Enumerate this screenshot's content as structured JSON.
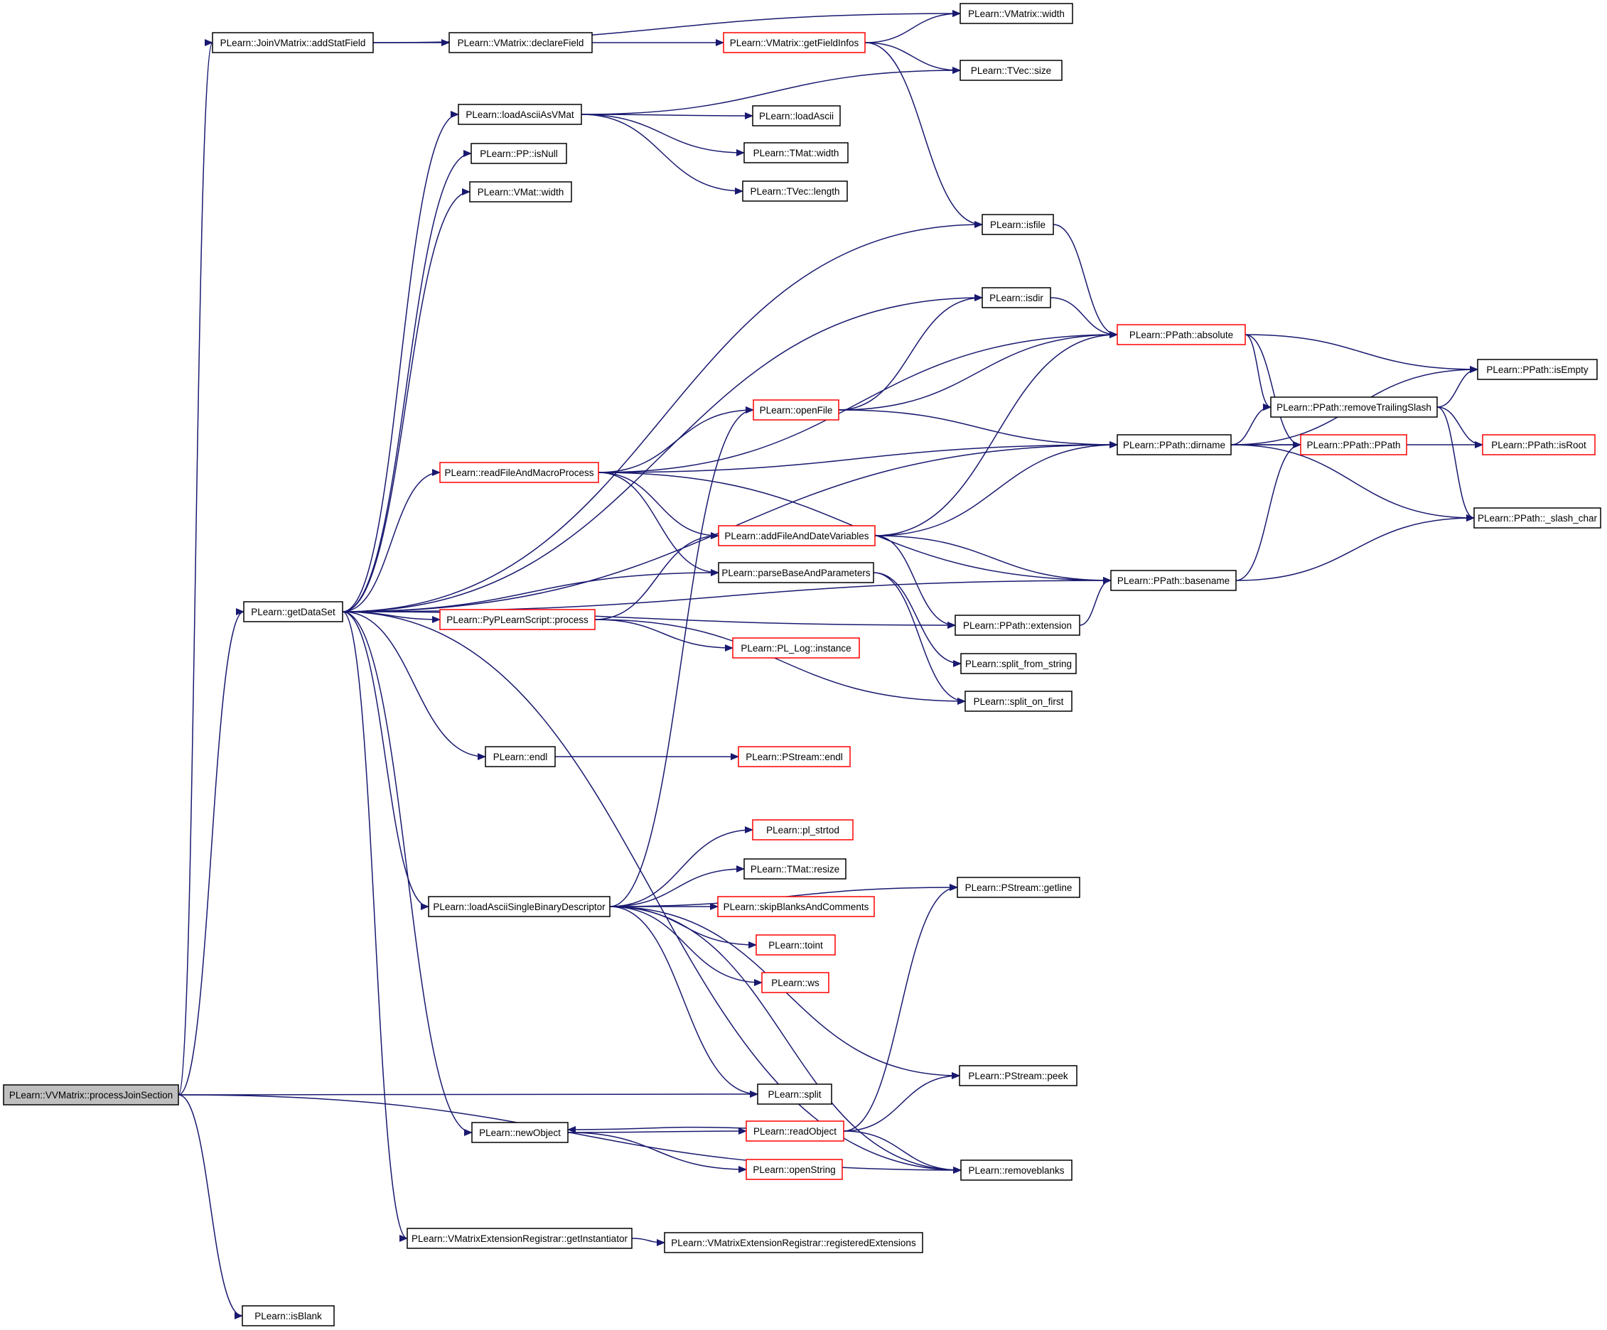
{
  "graph": {
    "nodes": [
      {
        "id": "root",
        "label": "PLearn::VVMatrix::processJoinSection",
        "style": "root"
      },
      {
        "id": "addStatField",
        "label": "PLearn::JoinVMatrix::addStatField",
        "style": "normal"
      },
      {
        "id": "declareField",
        "label": "PLearn::VMatrix::declareField",
        "style": "normal"
      },
      {
        "id": "getFieldInfos",
        "label": "PLearn::VMatrix::getFieldInfos",
        "style": "red"
      },
      {
        "id": "vmatrix_width",
        "label": "PLearn::VMatrix::width",
        "style": "normal"
      },
      {
        "id": "tvec_size",
        "label": "PLearn::TVec::size",
        "style": "normal"
      },
      {
        "id": "loadAsciiAsVMat",
        "label": "PLearn::loadAsciiAsVMat",
        "style": "normal"
      },
      {
        "id": "loadAscii",
        "label": "PLearn::loadAscii",
        "style": "normal"
      },
      {
        "id": "tmat_width",
        "label": "PLearn::TMat::width",
        "style": "normal"
      },
      {
        "id": "tvec_length",
        "label": "PLearn::TVec::length",
        "style": "normal"
      },
      {
        "id": "pp_isNull",
        "label": "PLearn::PP::isNull",
        "style": "normal"
      },
      {
        "id": "vmat_width",
        "label": "PLearn::VMat::width",
        "style": "normal"
      },
      {
        "id": "isfile",
        "label": "PLearn::isfile",
        "style": "normal"
      },
      {
        "id": "isdir",
        "label": "PLearn::isdir",
        "style": "normal"
      },
      {
        "id": "absolute",
        "label": "PLearn::PPath::absolute",
        "style": "red"
      },
      {
        "id": "isEmpty",
        "label": "PLearn::PPath::isEmpty",
        "style": "normal"
      },
      {
        "id": "removeTrailingSlash",
        "label": "PLearn::PPath::removeTrailingSlash",
        "style": "normal"
      },
      {
        "id": "openFile",
        "label": "PLearn::openFile",
        "style": "red"
      },
      {
        "id": "dirname",
        "label": "PLearn::PPath::dirname",
        "style": "normal"
      },
      {
        "id": "ppath",
        "label": "PLearn::PPath::PPath",
        "style": "red"
      },
      {
        "id": "isRoot",
        "label": "PLearn::PPath::isRoot",
        "style": "red"
      },
      {
        "id": "readFileAndMacroProcess",
        "label": "PLearn::readFileAndMacroProcess",
        "style": "red"
      },
      {
        "id": "addFileAndDateVariables",
        "label": "PLearn::addFileAndDateVariables",
        "style": "red"
      },
      {
        "id": "slash_char",
        "label": "PLearn::PPath::_slash_char",
        "style": "normal"
      },
      {
        "id": "parseBaseAndParameters",
        "label": "PLearn::parseBaseAndParameters",
        "style": "normal"
      },
      {
        "id": "basename",
        "label": "PLearn::PPath::basename",
        "style": "normal"
      },
      {
        "id": "getDataSet",
        "label": "PLearn::getDataSet",
        "style": "normal"
      },
      {
        "id": "pyprocess",
        "label": "PLearn::PyPLearnScript::process",
        "style": "red"
      },
      {
        "id": "extension",
        "label": "PLearn::PPath::extension",
        "style": "normal"
      },
      {
        "id": "pl_log_instance",
        "label": "PLearn::PL_Log::instance",
        "style": "red"
      },
      {
        "id": "split_from_string",
        "label": "PLearn::split_from_string",
        "style": "normal"
      },
      {
        "id": "split_on_first",
        "label": "PLearn::split_on_first",
        "style": "normal"
      },
      {
        "id": "endl",
        "label": "PLearn::endl",
        "style": "normal"
      },
      {
        "id": "pstream_endl",
        "label": "PLearn::PStream::endl",
        "style": "red"
      },
      {
        "id": "pl_strtod",
        "label": "PLearn::pl_strtod",
        "style": "red"
      },
      {
        "id": "tmat_resize",
        "label": "PLearn::TMat::resize",
        "style": "normal"
      },
      {
        "id": "getline",
        "label": "PLearn::PStream::getline",
        "style": "normal"
      },
      {
        "id": "loadAsciiSingle",
        "label": "PLearn::loadAsciiSingleBinaryDescriptor",
        "style": "normal"
      },
      {
        "id": "skipBlanks",
        "label": "PLearn::skipBlanksAndComments",
        "style": "red"
      },
      {
        "id": "toint",
        "label": "PLearn::toint",
        "style": "red"
      },
      {
        "id": "ws",
        "label": "PLearn::ws",
        "style": "red"
      },
      {
        "id": "peek",
        "label": "PLearn::PStream::peek",
        "style": "normal"
      },
      {
        "id": "split",
        "label": "PLearn::split",
        "style": "normal"
      },
      {
        "id": "newObject",
        "label": "PLearn::newObject",
        "style": "normal"
      },
      {
        "id": "readObject",
        "label": "PLearn::readObject",
        "style": "red"
      },
      {
        "id": "removeblanks",
        "label": "PLearn::removeblanks",
        "style": "normal"
      },
      {
        "id": "openString",
        "label": "PLearn::openString",
        "style": "red"
      },
      {
        "id": "getInstantiator",
        "label": "PLearn::VMatrixExtensionRegistrar::getInstantiator",
        "style": "normal"
      },
      {
        "id": "registeredExtensions",
        "label": "PLearn::VMatrixExtensionRegistrar::registeredExtensions",
        "style": "normal"
      },
      {
        "id": "isBlank",
        "label": "PLearn::isBlank",
        "style": "normal"
      }
    ],
    "edges": [
      [
        "root",
        "addStatField"
      ],
      [
        "root",
        "getDataSet"
      ],
      [
        "root",
        "split"
      ],
      [
        "root",
        "removeblanks"
      ],
      [
        "root",
        "isBlank"
      ],
      [
        "addStatField",
        "declareField"
      ],
      [
        "addStatField",
        "vmatrix_width"
      ],
      [
        "declareField",
        "getFieldInfos"
      ],
      [
        "getFieldInfos",
        "vmatrix_width"
      ],
      [
        "getFieldInfos",
        "tvec_size"
      ],
      [
        "getFieldInfos",
        "isfile"
      ],
      [
        "loadAsciiAsVMat",
        "tvec_size"
      ],
      [
        "loadAsciiAsVMat",
        "loadAscii"
      ],
      [
        "loadAsciiAsVMat",
        "tmat_width"
      ],
      [
        "loadAsciiAsVMat",
        "tvec_length"
      ],
      [
        "getDataSet",
        "loadAsciiAsVMat"
      ],
      [
        "getDataSet",
        "pp_isNull"
      ],
      [
        "getDataSet",
        "vmat_width"
      ],
      [
        "getDataSet",
        "isfile"
      ],
      [
        "getDataSet",
        "isdir"
      ],
      [
        "getDataSet",
        "dirname"
      ],
      [
        "getDataSet",
        "readFileAndMacroProcess"
      ],
      [
        "getDataSet",
        "parseBaseAndParameters"
      ],
      [
        "getDataSet",
        "pyprocess"
      ],
      [
        "getDataSet",
        "extension"
      ],
      [
        "getDataSet",
        "basename"
      ],
      [
        "getDataSet",
        "endl"
      ],
      [
        "getDataSet",
        "loadAsciiSingle"
      ],
      [
        "getDataSet",
        "newObject"
      ],
      [
        "getDataSet",
        "removeblanks"
      ],
      [
        "getDataSet",
        "getInstantiator"
      ],
      [
        "isfile",
        "absolute"
      ],
      [
        "isdir",
        "absolute"
      ],
      [
        "absolute",
        "isEmpty"
      ],
      [
        "absolute",
        "removeTrailingSlash"
      ],
      [
        "absolute",
        "ppath"
      ],
      [
        "removeTrailingSlash",
        "isEmpty"
      ],
      [
        "removeTrailingSlash",
        "isRoot"
      ],
      [
        "removeTrailingSlash",
        "slash_char"
      ],
      [
        "openFile",
        "isdir"
      ],
      [
        "openFile",
        "absolute"
      ],
      [
        "openFile",
        "dirname"
      ],
      [
        "dirname",
        "isEmpty"
      ],
      [
        "dirname",
        "removeTrailingSlash"
      ],
      [
        "dirname",
        "ppath"
      ],
      [
        "dirname",
        "isRoot"
      ],
      [
        "dirname",
        "slash_char"
      ],
      [
        "readFileAndMacroProcess",
        "absolute"
      ],
      [
        "readFileAndMacroProcess",
        "openFile"
      ],
      [
        "readFileAndMacroProcess",
        "dirname"
      ],
      [
        "readFileAndMacroProcess",
        "addFileAndDateVariables"
      ],
      [
        "readFileAndMacroProcess",
        "parseBaseAndParameters"
      ],
      [
        "readFileAndMacroProcess",
        "basename"
      ],
      [
        "addFileAndDateVariables",
        "absolute"
      ],
      [
        "addFileAndDateVariables",
        "dirname"
      ],
      [
        "addFileAndDateVariables",
        "basename"
      ],
      [
        "addFileAndDateVariables",
        "extension"
      ],
      [
        "basename",
        "ppath"
      ],
      [
        "basename",
        "slash_char"
      ],
      [
        "parseBaseAndParameters",
        "split_from_string"
      ],
      [
        "parseBaseAndParameters",
        "split_on_first"
      ],
      [
        "pyprocess",
        "addFileAndDateVariables"
      ],
      [
        "pyprocess",
        "pl_log_instance"
      ],
      [
        "pyprocess",
        "split_on_first"
      ],
      [
        "extension",
        "basename"
      ],
      [
        "endl",
        "pstream_endl"
      ],
      [
        "loadAsciiSingle",
        "openFile"
      ],
      [
        "loadAsciiSingle",
        "pl_strtod"
      ],
      [
        "loadAsciiSingle",
        "tmat_resize"
      ],
      [
        "loadAsciiSingle",
        "getline"
      ],
      [
        "loadAsciiSingle",
        "skipBlanks"
      ],
      [
        "loadAsciiSingle",
        "toint"
      ],
      [
        "loadAsciiSingle",
        "ws"
      ],
      [
        "loadAsciiSingle",
        "peek"
      ],
      [
        "loadAsciiSingle",
        "split"
      ],
      [
        "loadAsciiSingle",
        "removeblanks"
      ],
      [
        "newObject",
        "readObject"
      ],
      [
        "newObject",
        "openString"
      ],
      [
        "readObject",
        "newObject"
      ],
      [
        "readObject",
        "getline"
      ],
      [
        "readObject",
        "peek"
      ],
      [
        "readObject",
        "removeblanks"
      ],
      [
        "getInstantiator",
        "registeredExtensions"
      ]
    ]
  }
}
